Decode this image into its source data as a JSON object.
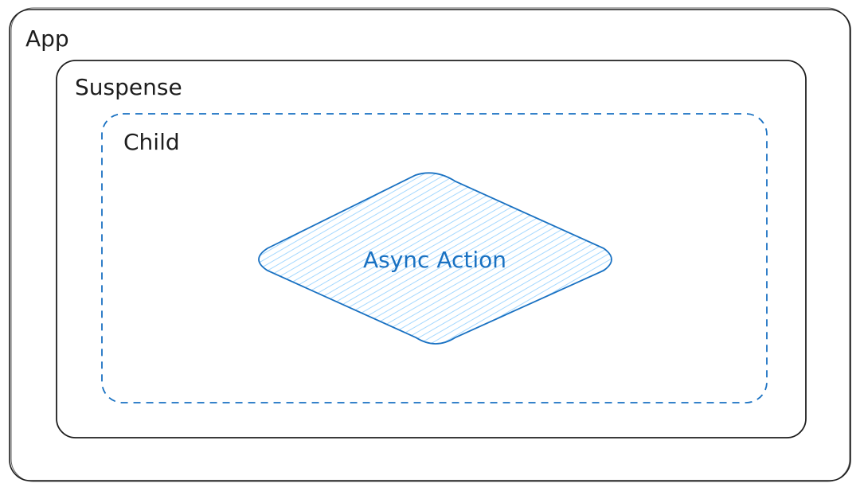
{
  "diagram": {
    "app_label": "App",
    "suspense_label": "Suspense",
    "child_label": "Child",
    "action_label": "Async Action"
  },
  "colors": {
    "stroke": "#1e1e1e",
    "accent": "#1971c2",
    "fill": "#a5d8ff"
  }
}
